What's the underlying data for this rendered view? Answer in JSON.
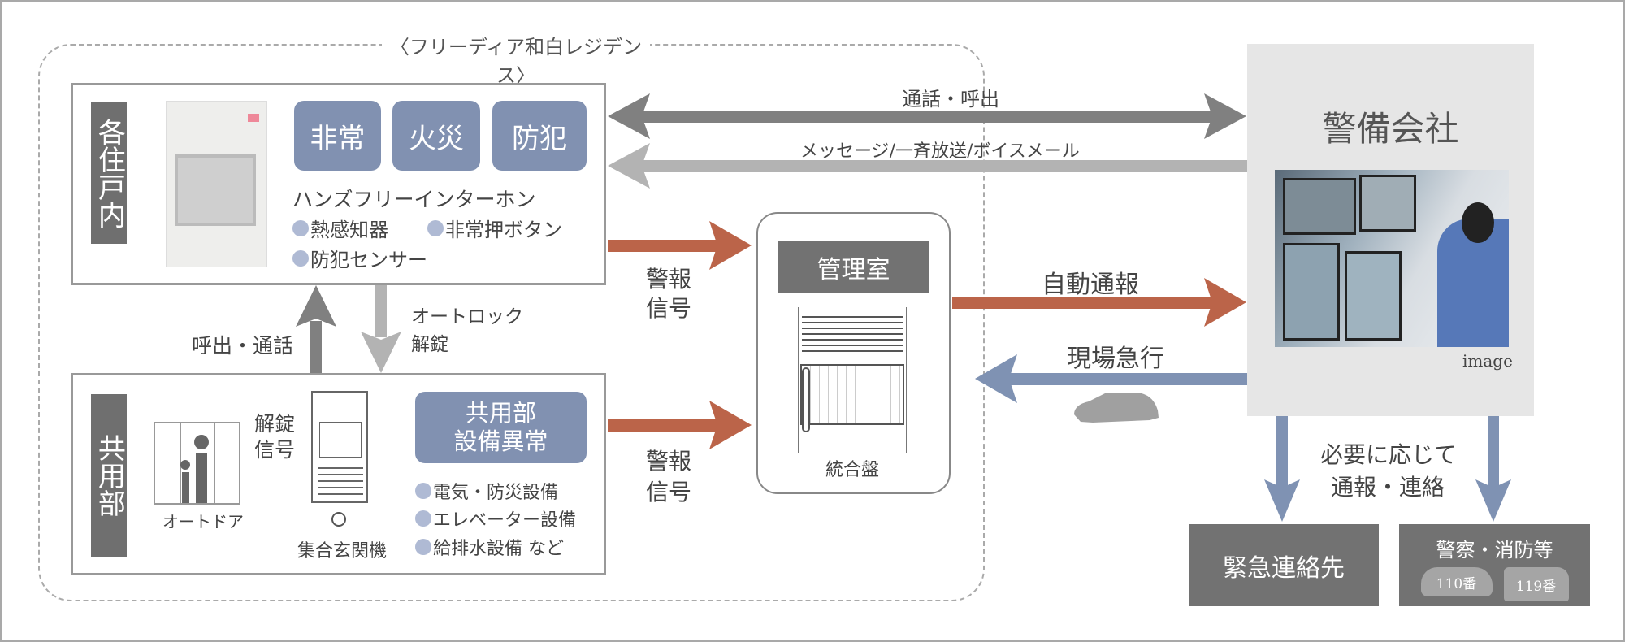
{
  "colors": {
    "gray_arrow": "#808080",
    "light_arrow": "#b3b3b3",
    "alarm_arrow": "#bb6449",
    "dispatch_arrow": "#7f92b3",
    "label_bg": "#6f6f6f",
    "accent_box": "#8191b1",
    "company_bg": "#e6e6e6"
  },
  "residence": {
    "title": "〈フリーディア和白レジデンス〉"
  },
  "unit": {
    "label": "各住戸内",
    "buttons": [
      "非常",
      "火災",
      "防犯"
    ],
    "device": "ハンズフリーインターホン",
    "bullets": [
      "熱感知器",
      "非常押ボタン",
      "防犯センサー"
    ]
  },
  "common": {
    "label": "共用部",
    "door_label": "オートドア",
    "unlock_signal": [
      "解錠",
      "信号"
    ],
    "entrance_device": "集合玄関機",
    "alert_box": [
      "共用部",
      "設備異常"
    ],
    "bullets": [
      "電気・防災設備",
      "エレベーター設備",
      "給排水設備 など"
    ]
  },
  "links": {
    "call_up": "呼出・通話",
    "autolock": [
      "オートロック",
      "解錠"
    ],
    "alarm_signal_1": [
      "警報",
      "信号"
    ],
    "alarm_signal_2": [
      "警報",
      "信号"
    ],
    "call": "通話・呼出",
    "message": "メッセージ/一斉放送/ボイスメール",
    "auto_report": "自動通報",
    "dispatch": "現場急行",
    "as_needed": [
      "必要に応じて",
      "通報・連絡"
    ]
  },
  "office": {
    "title": "管理室",
    "panel_label": "統合盤"
  },
  "security": {
    "title": "警備会社",
    "image_caption": "image"
  },
  "destinations": {
    "emergency": "緊急連絡先",
    "police_fire": "警察・消防等",
    "police_num": "110番",
    "fire_num": "119番"
  }
}
